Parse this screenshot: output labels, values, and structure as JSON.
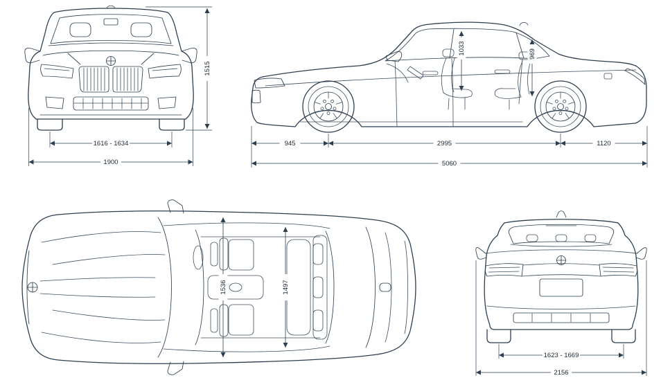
{
  "diagram": {
    "line_color": "#2d3e50",
    "text_color": "#1c2733",
    "background": "#ffffff",
    "views": {
      "front": {
        "height": "1515",
        "track": "1616 - 1634",
        "width": "1900"
      },
      "side": {
        "front_headroom": "1033",
        "rear_headroom": "969",
        "front_overhang": "945",
        "wheelbase": "2995",
        "rear_overhang": "1120",
        "length": "5060"
      },
      "top": {
        "front_interior_width": "1536",
        "rear_interior_width": "1497"
      },
      "rear": {
        "track": "1623 - 1669",
        "width_incl_mirrors": "2156"
      }
    }
  }
}
